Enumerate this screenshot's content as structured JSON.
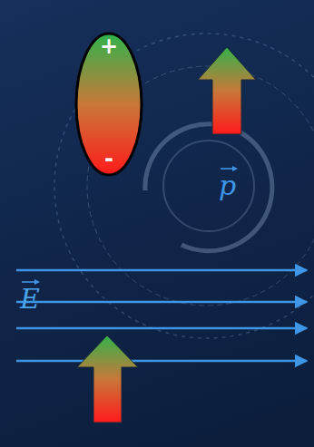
{
  "diagram": {
    "nodes": [
      {
        "text": [
          "+",
          "-"
        ]
      }
    ],
    "labels": [
      "p",
      "E"
    ]
  }
}
